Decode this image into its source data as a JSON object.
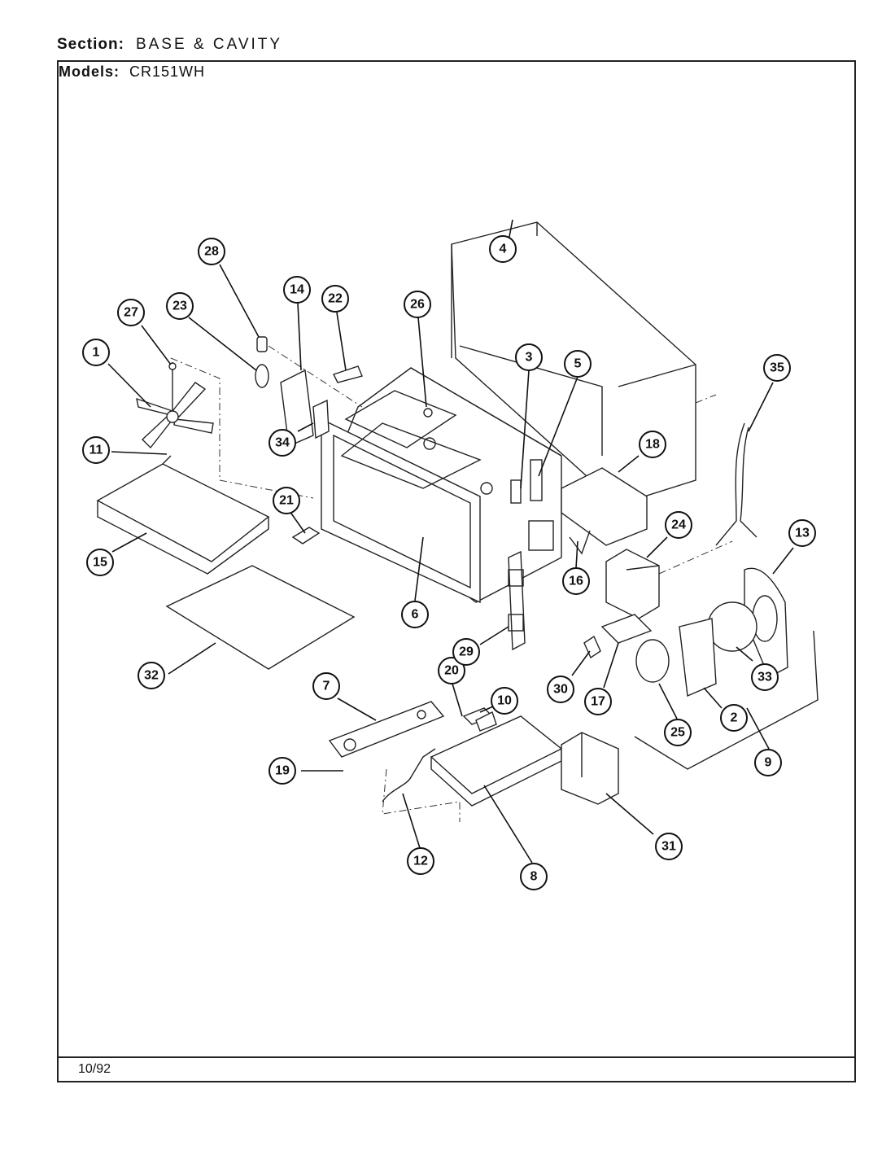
{
  "header": {
    "section_label": "Section:",
    "section_value": "BASE & CAVITY",
    "models_label": "Models:",
    "models_value": "CR151WH"
  },
  "footer": {
    "date": "10/92"
  },
  "callouts": [
    "1",
    "2",
    "3",
    "4",
    "5",
    "6",
    "7",
    "8",
    "9",
    "10",
    "11",
    "12",
    "13",
    "14",
    "15",
    "16",
    "17",
    "18",
    "19",
    "20",
    "21",
    "22",
    "23",
    "24",
    "25",
    "26",
    "27",
    "28",
    "29",
    "30",
    "31",
    "32",
    "33",
    "34",
    "35"
  ]
}
